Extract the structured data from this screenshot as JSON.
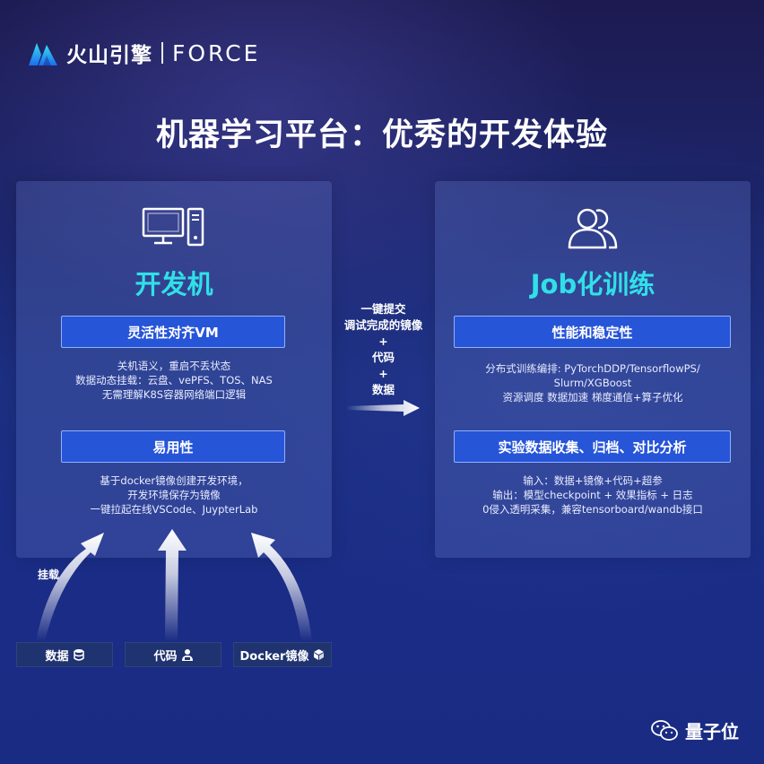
{
  "header": {
    "logo_cn": "火山引擎",
    "logo_en": "FORCE"
  },
  "title": "机器学习平台：优秀的开发体验",
  "left_panel": {
    "icon": "computer-icon",
    "title": "开发机",
    "sections": [
      {
        "label": "灵活性对齐VM",
        "lines": [
          "关机语义，重启不丢状态",
          "数据动态挂载：云盘、vePFS、TOS、NAS",
          "无需理解K8S容器网络端口逻辑"
        ]
      },
      {
        "label": "易用性",
        "lines": [
          "基于docker镜像创建开发环境，",
          "开发环境保存为镜像",
          "一键拉起在线VSCode、JuypterLab"
        ]
      }
    ]
  },
  "right_panel": {
    "icon": "users-icon",
    "title": "Job化训练",
    "sections": [
      {
        "label": "性能和稳定性",
        "lines": [
          "分布式训练编排: PyTorchDDP/TensorflowPS/",
          "Slurm/XGBoost",
          "资源调度  数据加速  梯度通信+算子优化"
        ]
      },
      {
        "label": "实验数据收集、归档、对比分析",
        "lines": [
          "输入：数据+镜像+代码+超参",
          "输出：模型checkpoint + 效果指标 + 日志",
          "0侵入透明采集，兼容tensorboard/wandb接口"
        ]
      }
    ]
  },
  "center": {
    "lines": [
      "一键提交",
      "调试完成的镜像",
      "+",
      "代码",
      "+",
      "数据"
    ]
  },
  "mount_label": "挂载",
  "sources": [
    {
      "label": "数据",
      "icon": "database-icon"
    },
    {
      "label": "代码",
      "icon": "developer-icon"
    },
    {
      "label": "Docker镜像",
      "icon": "cube-icon"
    }
  ],
  "watermark": {
    "label": "量子位",
    "icon": "wechat-icon"
  },
  "colors": {
    "accent": "#30e0e8",
    "button": "#2755d8",
    "background": "#1c2f82"
  }
}
